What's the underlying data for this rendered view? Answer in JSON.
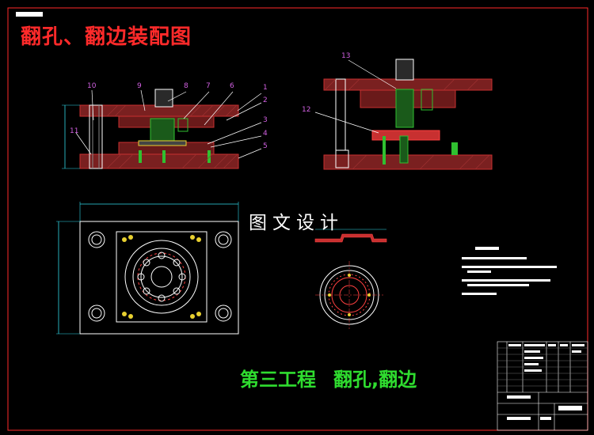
{
  "title": "翻孔、翻边装配图",
  "watermark": "图文设计",
  "step": {
    "name": "第三工程",
    "operation": "翻孔,翻边"
  },
  "callouts": [
    "1",
    "2",
    "3",
    "4",
    "5",
    "6",
    "7",
    "8",
    "9",
    "10",
    "11",
    "12",
    "13"
  ],
  "colors": {
    "border": "#ff2a2a",
    "section_red": "#c83030",
    "leader_cyan": "#30d8e8",
    "leader_white": "#ffffff",
    "callout_magenta": "#d060e0",
    "title_red": "#ff2a2a",
    "step_green": "#2fdc2f",
    "part_green": "#30c030",
    "part_yellow": "#e8d030"
  }
}
